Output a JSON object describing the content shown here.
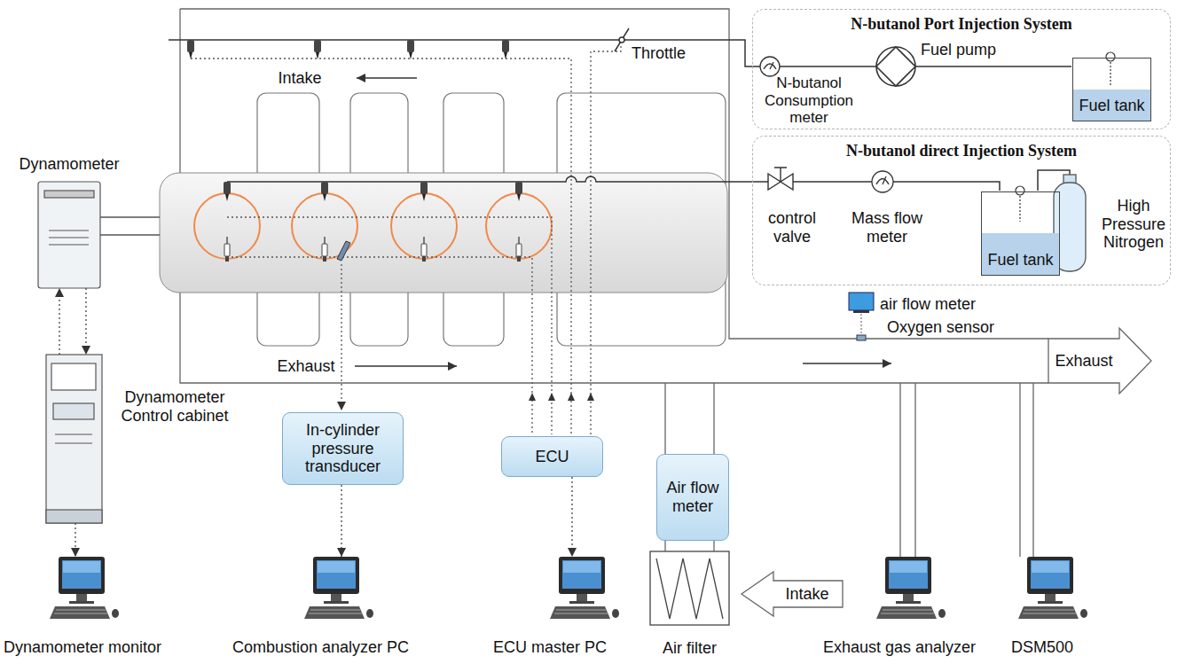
{
  "diagram": {
    "nodes": [
      {
        "text": [
          "N-butanol Port Injection System"
        ]
      },
      {
        "text": [
          "Fuel tank"
        ],
        "in": 0
      },
      {
        "text": [
          "N-butanol direct Injection System"
        ]
      },
      {
        "text": [
          "Fuel tank"
        ],
        "in": 2
      },
      {
        "text": [
          "Dynamometer"
        ]
      },
      {
        "text": [
          "Dynamometer Control cabinet"
        ]
      },
      {
        "text": [
          "Dynamometer monitor"
        ]
      },
      {
        "text": [
          "In-cylinder pressure transducer"
        ]
      },
      {
        "text": [
          "Combustion analyzer PC"
        ]
      },
      {
        "text": [
          "ECU"
        ]
      },
      {
        "text": [
          "ECU master PC"
        ]
      },
      {
        "text": [
          "Air flow meter"
        ]
      },
      {
        "text": [
          "Air filter"
        ]
      },
      {
        "text": [
          "Exhaust gas analyzer"
        ]
      },
      {
        "text": [
          "DSM500"
        ]
      }
    ],
    "edges": [
      {
        "from": 4,
        "to": 5,
        "arrow": "to"
      },
      {
        "from": 5,
        "to": 4,
        "arrow": "to"
      },
      {
        "from": 5,
        "to": 6,
        "arrow": "to"
      },
      {
        "from": 7,
        "to": 8,
        "arrow": "to"
      },
      {
        "from": 9,
        "to": 10,
        "arrow": "to"
      },
      {
        "from": 12,
        "to": 11,
        "arrow": "none"
      },
      {
        "from": 12,
        "to": 11,
        "arrow": "none"
      }
    ],
    "labels": [
      "Intake",
      "Throttle",
      "N-butanol Consumption meter",
      "Fuel pump",
      "control valve",
      "Mass flow meter",
      "High Pressure Nitrogen",
      "air flow meter",
      "Oxygen sensor",
      "Exhaust",
      "Exhaust",
      "Intake"
    ]
  }
}
